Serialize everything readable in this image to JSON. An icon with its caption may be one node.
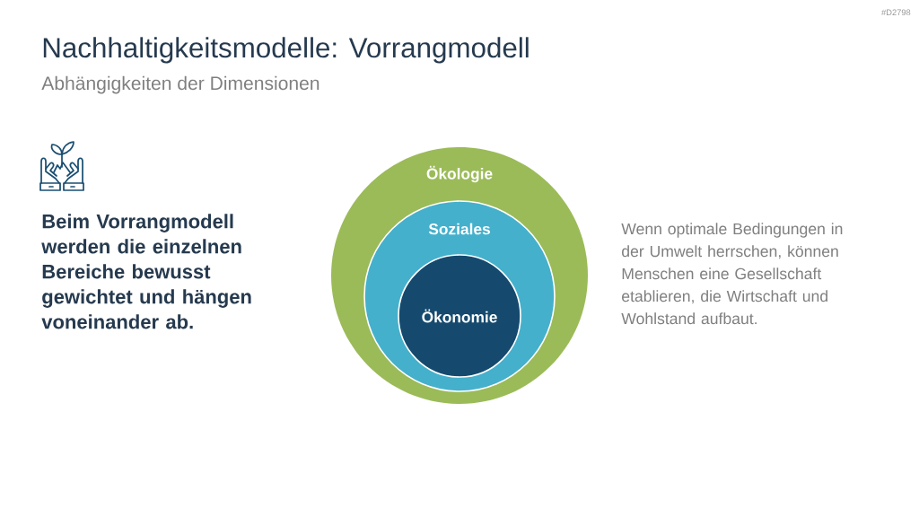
{
  "diagram": {
    "title": "Nachhaltigkeitsmodelle: Vorrangmodell",
    "nodes": [
      {
        "text": [
          "Ökologie"
        ]
      },
      {
        "text": [
          "Soziales"
        ],
        "in": 0
      },
      {
        "text": [
          "Ökonomie"
        ],
        "in": 1
      }
    ],
    "labels": [
      "#D2798",
      "Abhängigkeiten der Dimensionen",
      "Beim Vorrangmodell werden die einzelnen Bereiche bewusst gewichtet und hängen voneinander ab.",
      "Wenn optimale Bedingungen in der Umwelt herrschen, können Menschen eine Gesellschaft etablieren, die Wirtschaft und Wohlstand aufbaut."
    ]
  }
}
